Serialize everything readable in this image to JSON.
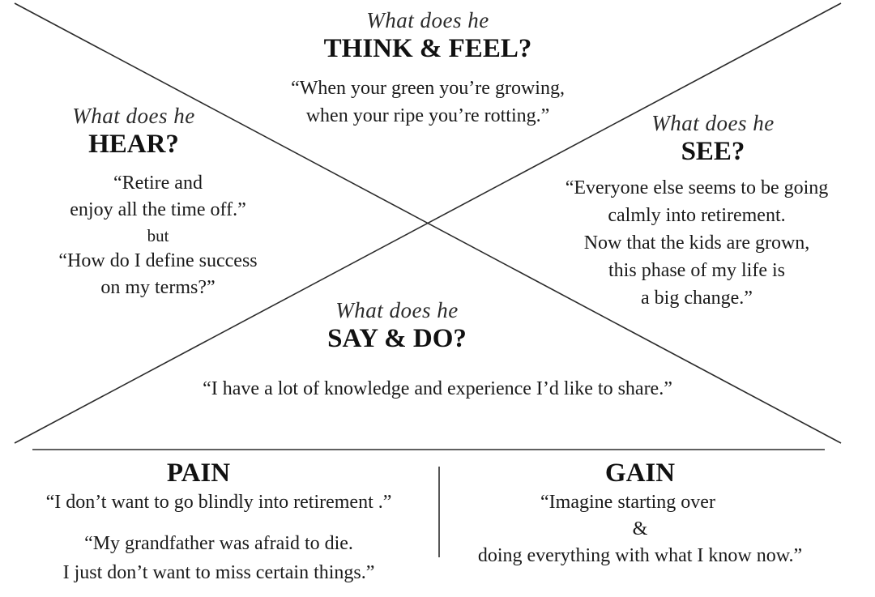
{
  "think_feel": {
    "prompt": "What does he",
    "heading": "THINK & FEEL?",
    "quote_line1": "“When your green you’re growing,",
    "quote_line2": "when your ripe you’re rotting.”"
  },
  "hear": {
    "prompt": "What does he",
    "heading": "HEAR?",
    "quote1_line1": "“Retire and",
    "quote1_line2": "enjoy all the time off.”",
    "connector": "but",
    "quote2_line1": "“How do I define success",
    "quote2_line2": "on my terms?”"
  },
  "see": {
    "prompt": "What does he",
    "heading": "SEE?",
    "quote_line1": "“Everyone else seems to be going",
    "quote_line2": "calmly into retirement.",
    "quote_line3": "Now that the kids are grown,",
    "quote_line4": "this phase of my life is",
    "quote_line5": "a big change.”"
  },
  "say_do": {
    "prompt": "What does he",
    "heading": "SAY & DO?",
    "quote": "“I have a lot of knowledge and experience I’d like to share.”"
  },
  "pain": {
    "heading": "PAIN",
    "quote1": "“I don’t want to go blindly into retirement .”",
    "quote2_line1": "“My grandfather was afraid to die.",
    "quote2_line2": "I just don’t want to miss certain things.”"
  },
  "gain": {
    "heading": "GAIN",
    "quote_line1": "“Imagine starting over",
    "quote_line2": "&",
    "quote_line3": "doing everything with what I know now.”"
  }
}
